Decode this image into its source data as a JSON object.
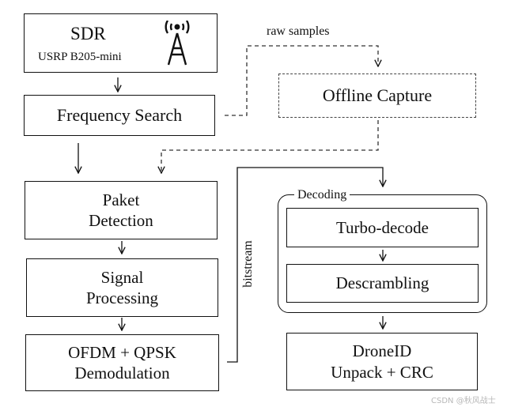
{
  "sdr": {
    "title": "SDR",
    "model": "USRP B205-mini",
    "icon": "antenna-tower-icon"
  },
  "nodes": {
    "frequency_search": "Frequency Search",
    "offline_capture": "Offline Capture",
    "packet_detection": [
      "Paket",
      "Detection"
    ],
    "signal_processing": [
      "Signal",
      "Processing"
    ],
    "ofdm_demod": [
      "OFDM + QPSK",
      "Demodulation"
    ],
    "turbo_decode": "Turbo-decode",
    "descrambling": "Descrambling",
    "droneid": [
      "DroneID",
      "Unpack + CRC"
    ]
  },
  "groups": {
    "decoding": "Decoding"
  },
  "edge_labels": {
    "raw_samples": "raw samples",
    "bitstream": "bitstream"
  },
  "watermark": "CSDN @秋风战士"
}
